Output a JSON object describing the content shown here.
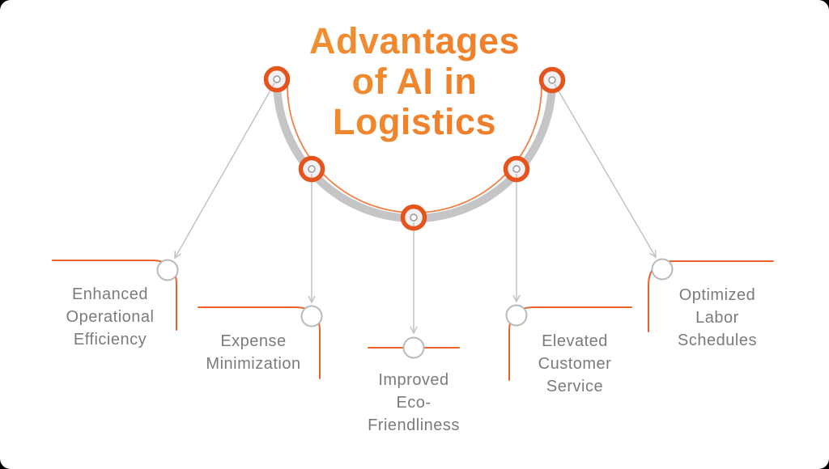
{
  "title": {
    "lines": [
      "Advantages",
      "of AI in",
      "Logistics"
    ]
  },
  "items": [
    {
      "label_lines": [
        "Enhanced",
        "Operational",
        "Efficiency"
      ]
    },
    {
      "label_lines": [
        "Expense",
        "Minimization"
      ]
    },
    {
      "label_lines": [
        "Improved",
        "Eco-",
        "Friendliness"
      ]
    },
    {
      "label_lines": [
        "Elevated",
        "Customer",
        "Service"
      ]
    },
    {
      "label_lines": [
        "Optimized",
        "Labor",
        "Schedules"
      ]
    }
  ],
  "icons": {
    "node_marker": "pin-circle-icon",
    "connector_end": "arrowhead-icon"
  },
  "colors": {
    "page-bg": "#000000",
    "canvas-bg": "#ffffff",
    "title-gradient-start": "#F2AC3C",
    "title-gradient-mid": "#F0812B",
    "title-gradient-end": "#EA5B20",
    "arc-thick": "#C5C5C7",
    "arc-thin": "#EF8049",
    "node-ring": "#E4541C",
    "node-fill": "#F2F2F4",
    "pin-stroke": "#9A9A9A",
    "bracket": "#E8632B",
    "connector": "#C3C3C5",
    "target-dot-stroke": "#B9B9BB",
    "label-text": "#7B7B7B"
  }
}
